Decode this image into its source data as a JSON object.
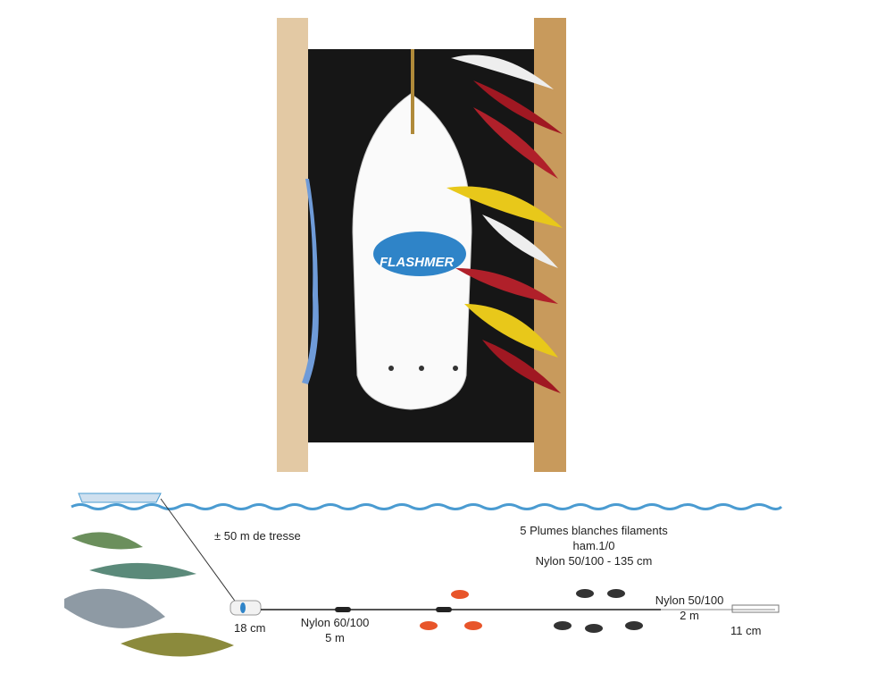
{
  "product": {
    "logo": "FLASHMER"
  },
  "diagram": {
    "braid_label": "± 50 m de tresse",
    "float_size": "18 cm",
    "main_line": [
      "Nylon 60/100",
      "5 m"
    ],
    "feathers": [
      "5 Plumes blanches filaments",
      "ham.1/0",
      "Nylon 50/100 - 135 cm"
    ],
    "end_line": [
      "Nylon 50/100",
      "2 m"
    ],
    "lure_size": "11 cm"
  },
  "colors": {
    "water": "#4a9bd1",
    "board": "#e3c9a4",
    "cork": "#c89a5c",
    "line": "#1c1c1c",
    "logo": "#2f84c8"
  }
}
